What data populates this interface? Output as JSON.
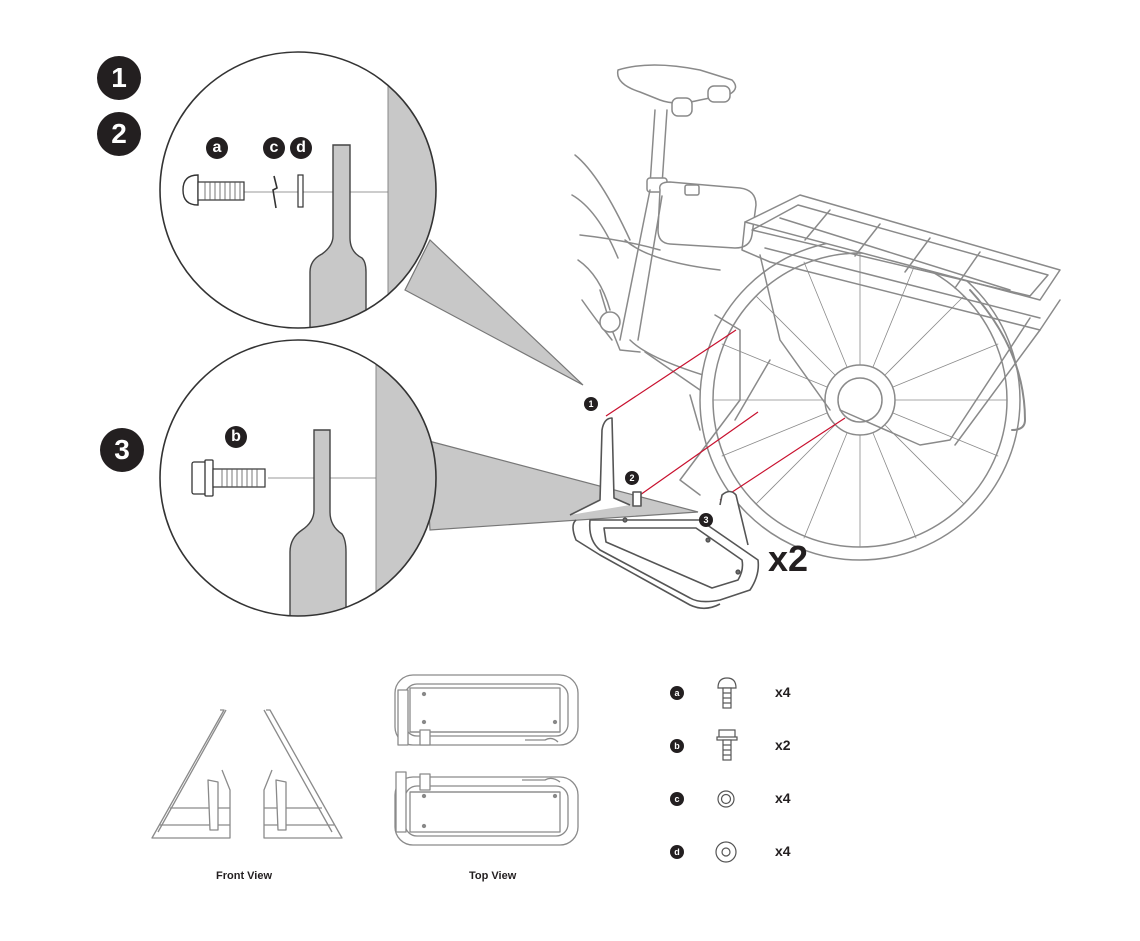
{
  "steps": [
    "1",
    "2",
    "3"
  ],
  "callout_a_parts": [
    "a",
    "c",
    "d"
  ],
  "callout_b_parts": [
    "b"
  ],
  "bike_points": [
    "1",
    "2",
    "3"
  ],
  "multiplier": "x2",
  "views": {
    "front": "Front View",
    "top": "Top View"
  },
  "parts_list": [
    {
      "id": "a",
      "qty": "x4",
      "icon": "button-head-bolt-icon"
    },
    {
      "id": "b",
      "qty": "x2",
      "icon": "flange-bolt-icon"
    },
    {
      "id": "c",
      "qty": "x4",
      "icon": "split-lock-washer-icon"
    },
    {
      "id": "d",
      "qty": "x4",
      "icon": "flat-washer-icon"
    }
  ],
  "colors": {
    "ink": "#231f20",
    "line": "#8a8a8a",
    "shade": "#c8c8c8",
    "guide": "#c8102e"
  }
}
